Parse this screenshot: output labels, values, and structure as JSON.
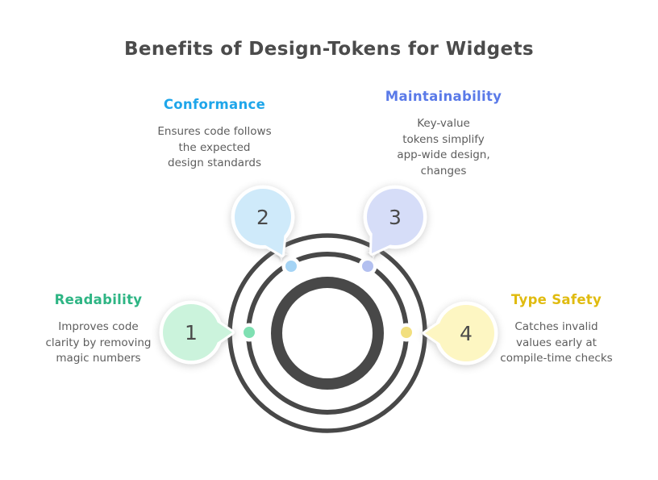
{
  "title": "Benefits of Design-Tokens for Widgets",
  "colors": {
    "background": "#ffffff",
    "title_text": "#4b4b4b",
    "body_text": "#5d5d5d",
    "ring_stroke": "#484848",
    "number_text": "#4a4a4a",
    "sparkle": "#ffffff",
    "dot_halo": "#ffffff",
    "bubble_halo": "#ffffff"
  },
  "sections": [
    {
      "number": "1",
      "label": "Readability",
      "label_color": "#2eb584",
      "bubble_fill": "#cbf3dc",
      "dot_fill": "#7fe0b2",
      "lines": [
        "Improves code",
        "clarity by removing",
        "magic numbers"
      ]
    },
    {
      "number": "2",
      "label": "Conformance",
      "label_color": "#1fa6ea",
      "bubble_fill": "#cfeafa",
      "dot_fill": "#a5d4f5",
      "lines": [
        "Ensures code follows",
        "the expected",
        "design standards"
      ]
    },
    {
      "number": "3",
      "label": "Maintainability",
      "label_color": "#5a7ae8",
      "bubble_fill": "#d6ddf8",
      "dot_fill": "#b3c0f0",
      "lines": [
        "Key-value",
        "tokens simplify",
        "app-wide design,",
        "changes"
      ]
    },
    {
      "number": "4",
      "label": "Type Safety",
      "label_color": "#e0bb0f",
      "bubble_fill": "#fdf6c2",
      "dot_fill": "#f2df7e",
      "lines": [
        "Catches invalid",
        "values early at",
        "compile-time checks"
      ]
    }
  ]
}
